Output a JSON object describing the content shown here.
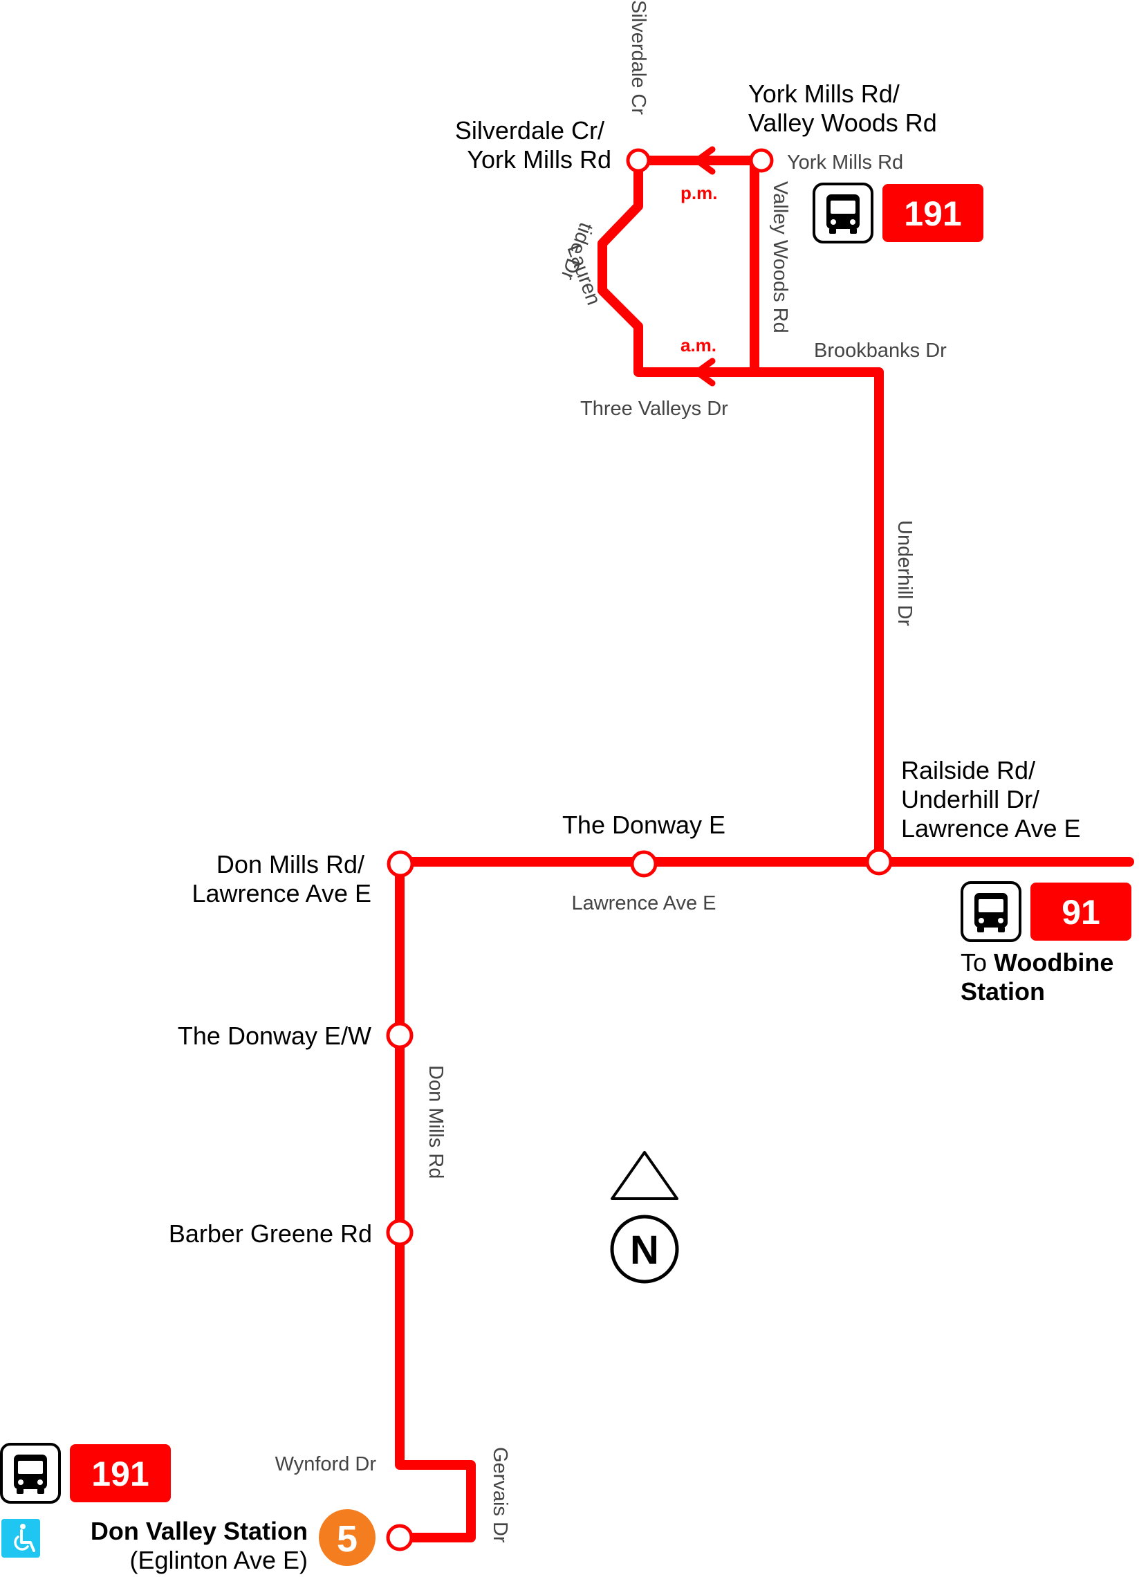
{
  "colors": {
    "route": "#ff0000",
    "text": "#000000",
    "street": "#444444",
    "subway_line_2": "#f47d20",
    "accessible": "#1ec6f1"
  },
  "icons": [
    "bus-icon",
    "accessible-icon",
    "north-arrow-icon"
  ],
  "stops": {
    "silverdale_york_mills": [
      "Silverdale Cr/",
      "York Mills Rd"
    ],
    "york_mills_valley_woods": [
      "York Mills Rd/",
      "Valley Woods Rd"
    ],
    "railside": [
      "Railside Rd/",
      "Underhill Dr/",
      "Lawrence Ave E"
    ],
    "the_donway_e": "The Donway E",
    "don_mills_lawrence": [
      "Don Mills Rd/",
      "Lawrence Ave E"
    ],
    "the_donway_ew": "The Donway E/W",
    "barber_greene": "Barber Greene Rd",
    "don_valley_station": "Don Valley Station",
    "don_valley_sub": "(Eglinton Ave E)"
  },
  "streets": {
    "silverdale_cr": "Silverdale Cr",
    "york_mills_rd": "York Mills Rd",
    "valley_woods_rd": "Valley Woods Rd",
    "laurentide_a": "Lauren",
    "laurentide_b": "tide Dr",
    "brookbanks_dr": "Brookbanks Dr",
    "three_valleys_dr": "Three Valleys Dr",
    "underhill_dr": "Underhill Dr",
    "lawrence_ave_e": "Lawrence Ave E",
    "don_mills_rd": "Don Mills Rd",
    "wynford_dr": "Wynford Dr",
    "gervais_dr": "Gervais Dr"
  },
  "periods": {
    "pm": "p.m.",
    "am": "a.m."
  },
  "routes": {
    "main": "191",
    "connection": "91"
  },
  "connection": {
    "prefix": "To ",
    "destination_line1": "Woodbine",
    "destination_line2": "Station"
  },
  "subway_line": "5",
  "compass": "N"
}
